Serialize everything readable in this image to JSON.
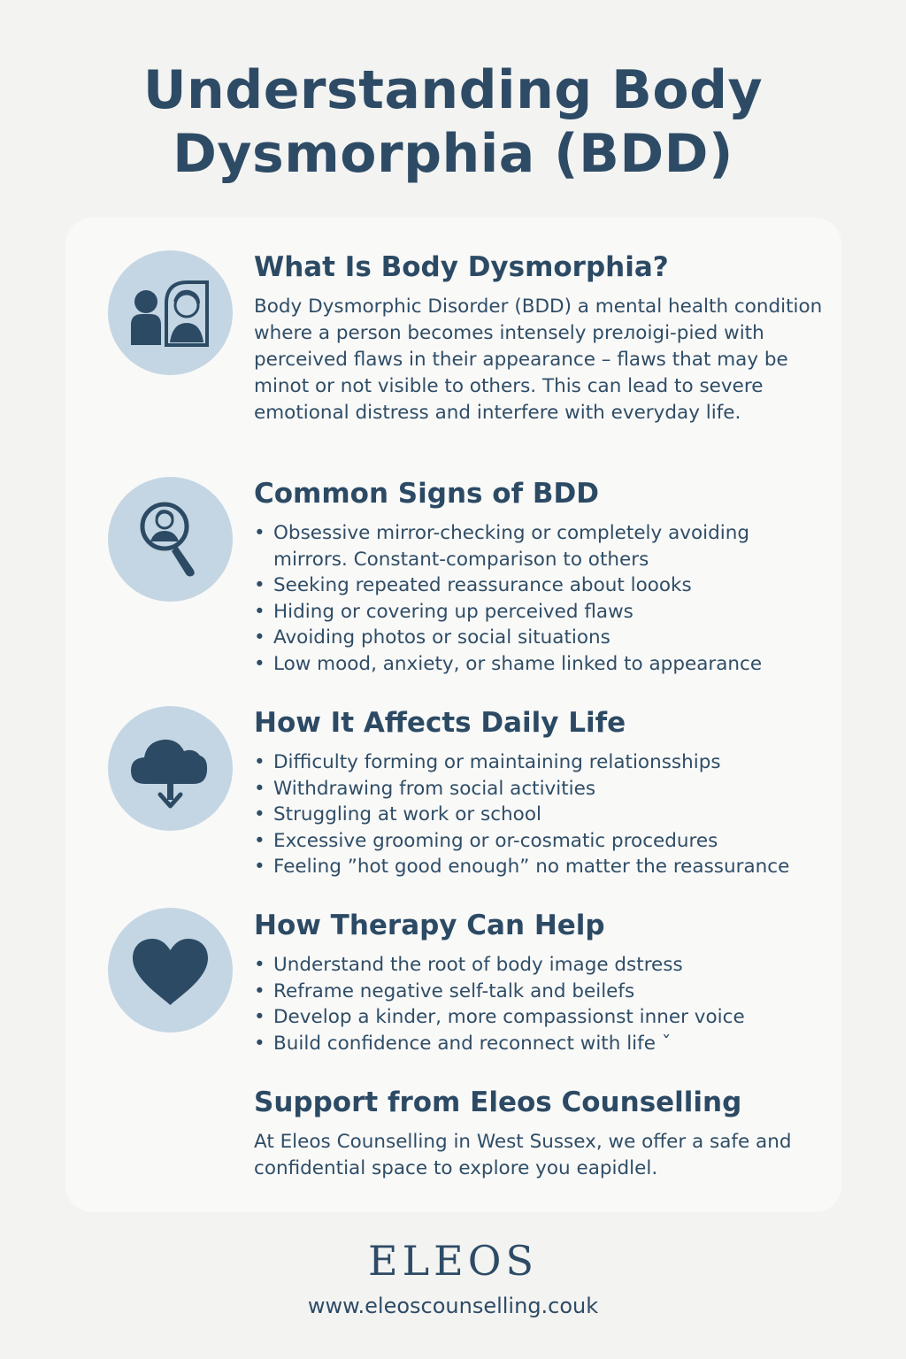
{
  "title": {
    "line1": "Understanding Body",
    "line2": "Dysmorphia (BDD)"
  },
  "sections": [
    {
      "heading": "What Is Body Dysmorphia?",
      "icon": "mirror-person-icon",
      "body": "Body Dysmorphic Disorder (BDD) a mental health condition where a person becomes intensely preлoigi-pied with perceived flaws in their appearance – flaws that may be minot or not visible to others. This can lead to severe emotional distress and interfere with everyday life."
    },
    {
      "heading": "Common Signs of BDD",
      "icon": "magnifying-glass-person-icon",
      "items": [
        "Obsessive mirror-checking or completely avoiding mirrors.  Constant-comparison to others",
        "Seeking repeated reassurance about loooks",
        "Hiding or covering up perceived flaws",
        "Avoiding photos or social situations",
        "Low mood, anxiety, or shame linked  to appearance"
      ]
    },
    {
      "heading": "How It Affects Daily Life",
      "icon": "cloud-down-arrow-icon",
      "items": [
        "Difficulty forming or maintaining relationsships",
        "Withdrawing from social activities",
        "Struggling at work or school",
        "Excessive grooming or or-cosmatic procedures",
        "Feeling ”hot good enough” no matter the reassurance"
      ]
    },
    {
      "heading": "How Therapy Can Help",
      "icon": "heart-icon",
      "items": [
        "Understand the root of body image dstress",
        "Reframe negative self-talk and beilefs",
        "Develop a kinder, more compassionst inner voice",
        "Build confidence and reconnect with life  ˇ"
      ]
    },
    {
      "heading": "Support from Eleos Counselling",
      "body": "At Eleos Counselling in West Sussex, we offer a safe and confidential space to explore you eapidlel."
    }
  ],
  "footer": {
    "brand": "ELEOS",
    "website": "www.eleoscounselling.couk"
  },
  "colors": {
    "background": "#f3f3f1",
    "card": "#f9f9f8",
    "text": "#2c4a64",
    "icon_circle": "#c4d6e3",
    "icon_fill": "#2c4a64"
  }
}
